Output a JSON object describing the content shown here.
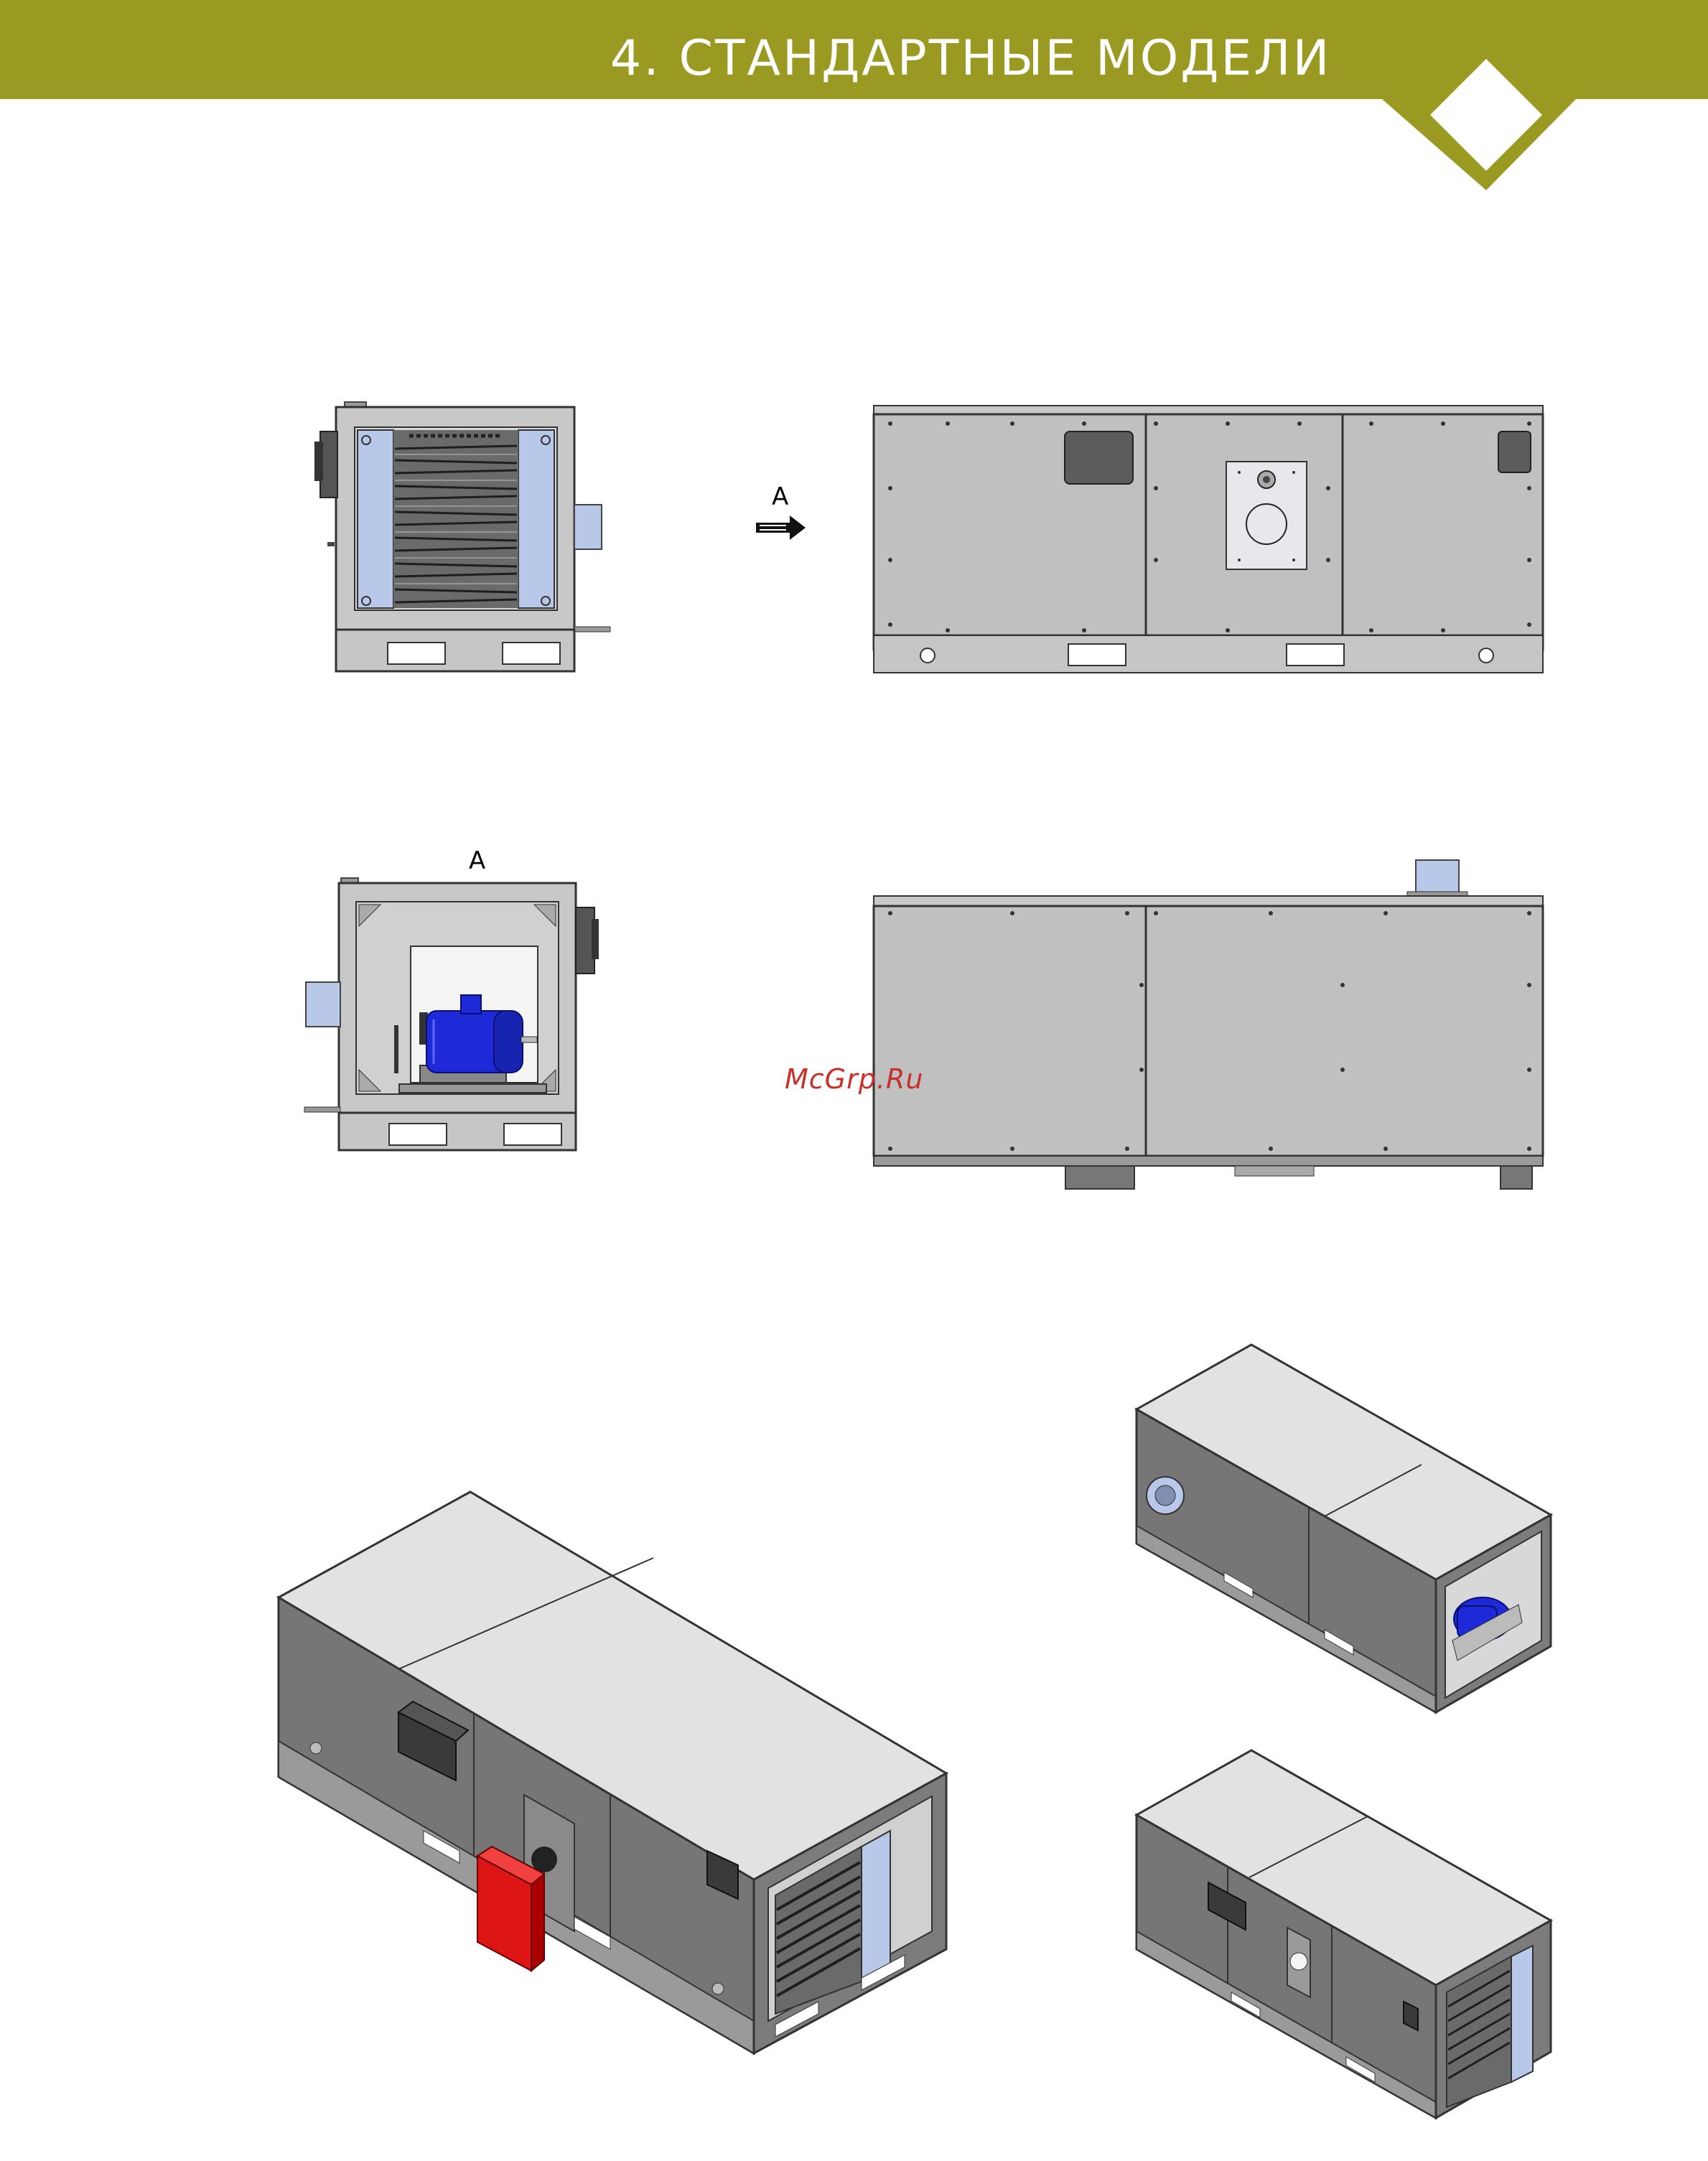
{
  "header": {
    "title": "4. СТАНДАРТНЫЕ МОДЕЛИ",
    "band_color": "#9a9a22"
  },
  "views": {
    "arrow_label": "A",
    "section_label": "A"
  },
  "watermark": "McGrp.Ru",
  "colors": {
    "panel": "#c0c0c0",
    "panel_dark": "#6e6e6e",
    "panel_top": "#e2e2e2",
    "motor": "#1e2ad8",
    "burner": "#dd1515",
    "coil": "#b8c8e8"
  }
}
